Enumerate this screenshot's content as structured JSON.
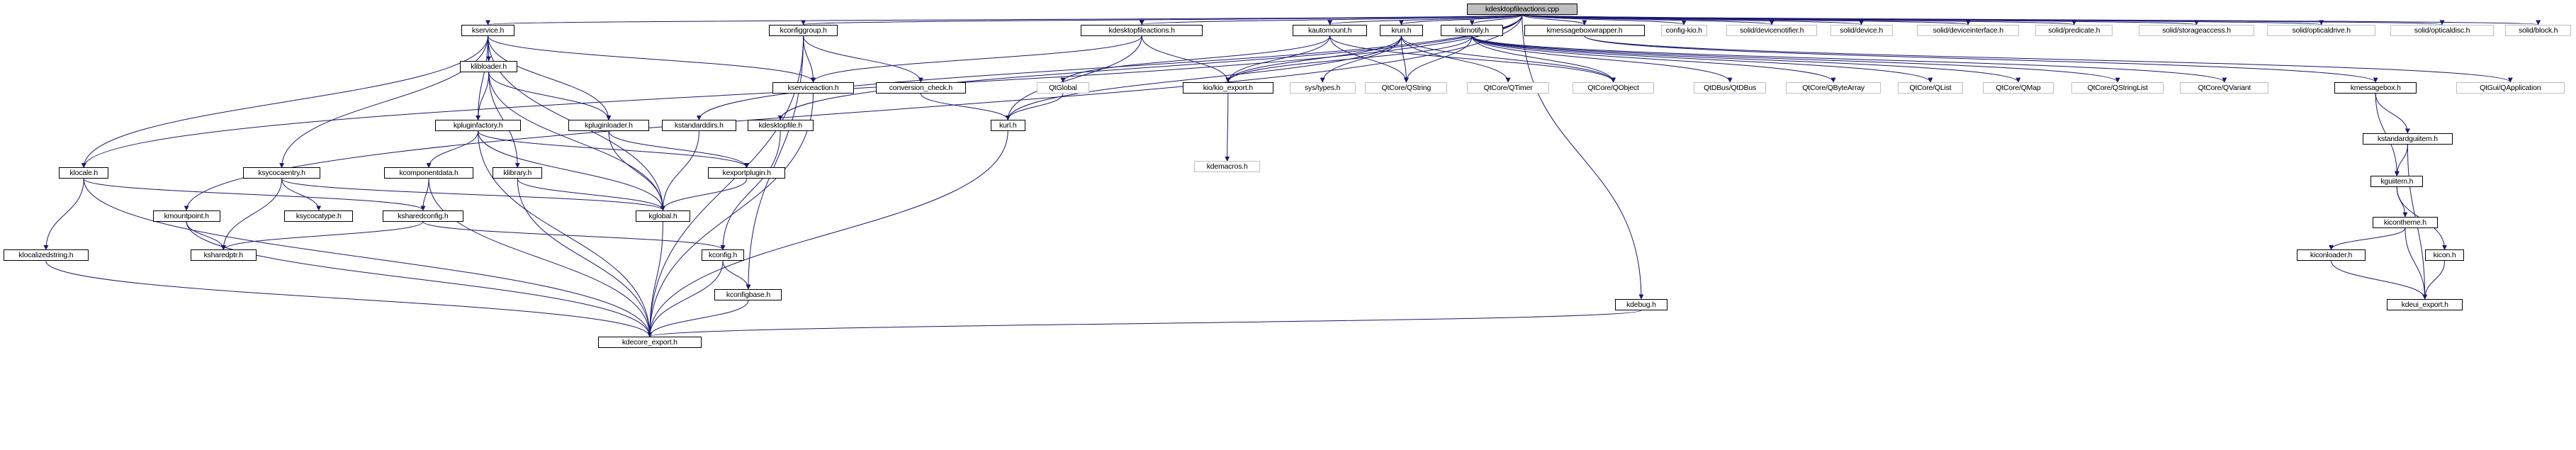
{
  "title": "kdesktopfileactions.cpp",
  "colors": {
    "edge": "#191970",
    "root_fill": "#bfbfbf",
    "ext_border": "#bfbfbf",
    "node_border": "#000000"
  },
  "nodes": [
    {
      "id": "root",
      "label": "kdesktopfileactions.cpp",
      "kind": "root"
    },
    {
      "id": "kservice",
      "label": "kservice.h",
      "kind": "doc"
    },
    {
      "id": "kconfiggroup",
      "label": "kconfiggroup.h",
      "kind": "doc"
    },
    {
      "id": "kdesktopfileactions_h",
      "label": "kdesktopfileactions.h",
      "kind": "doc"
    },
    {
      "id": "kautomount",
      "label": "kautomount.h",
      "kind": "doc"
    },
    {
      "id": "krun",
      "label": "krun.h",
      "kind": "doc"
    },
    {
      "id": "kdirnotify",
      "label": "kdirnotify.h",
      "kind": "doc"
    },
    {
      "id": "kmessageboxwrapper",
      "label": "kmessageboxwrapper.h",
      "kind": "doc"
    },
    {
      "id": "config_kio",
      "label": "config-kio.h",
      "kind": "ext"
    },
    {
      "id": "solid_devicenotifier",
      "label": "solid/devicenotifier.h",
      "kind": "ext"
    },
    {
      "id": "solid_device",
      "label": "solid/device.h",
      "kind": "ext"
    },
    {
      "id": "solid_deviceinterface",
      "label": "solid/deviceinterface.h",
      "kind": "ext"
    },
    {
      "id": "solid_predicate",
      "label": "solid/predicate.h",
      "kind": "ext"
    },
    {
      "id": "solid_storageaccess",
      "label": "solid/storageaccess.h",
      "kind": "ext"
    },
    {
      "id": "solid_opticaldrive",
      "label": "solid/opticaldrive.h",
      "kind": "ext"
    },
    {
      "id": "solid_opticaldisc",
      "label": "solid/opticaldisc.h",
      "kind": "ext"
    },
    {
      "id": "solid_block",
      "label": "solid/block.h",
      "kind": "ext"
    },
    {
      "id": "klibloader",
      "label": "klibloader.h",
      "kind": "doc"
    },
    {
      "id": "kserviceaction",
      "label": "kserviceaction.h",
      "kind": "doc"
    },
    {
      "id": "conversion_check",
      "label": "conversion_check.h",
      "kind": "doc"
    },
    {
      "id": "qtglobal",
      "label": "QtGlobal",
      "kind": "ext"
    },
    {
      "id": "kio_export",
      "label": "kio/kio_export.h",
      "kind": "doc"
    },
    {
      "id": "sys_types",
      "label": "sys/types.h",
      "kind": "ext"
    },
    {
      "id": "qstring",
      "label": "QtCore/QString",
      "kind": "ext"
    },
    {
      "id": "qtimer",
      "label": "QtCore/QTimer",
      "kind": "ext"
    },
    {
      "id": "qobject",
      "label": "QtCore/QObject",
      "kind": "ext"
    },
    {
      "id": "qtdbus",
      "label": "QtDBus/QtDBus",
      "kind": "ext"
    },
    {
      "id": "qbytearray",
      "label": "QtCore/QByteArray",
      "kind": "ext"
    },
    {
      "id": "qlist",
      "label": "QtCore/QList",
      "kind": "ext"
    },
    {
      "id": "qmap",
      "label": "QtCore/QMap",
      "kind": "ext"
    },
    {
      "id": "qstringlist",
      "label": "QtCore/QStringList",
      "kind": "ext"
    },
    {
      "id": "qvariant",
      "label": "QtCore/QVariant",
      "kind": "ext"
    },
    {
      "id": "kmessagebox",
      "label": "kmessagebox.h",
      "kind": "doc"
    },
    {
      "id": "qapplication",
      "label": "QtGui/QApplication",
      "kind": "ext"
    },
    {
      "id": "kpluginfactory",
      "label": "kpluginfactory.h",
      "kind": "doc"
    },
    {
      "id": "kpluginloader",
      "label": "kpluginloader.h",
      "kind": "doc"
    },
    {
      "id": "kstandarddirs",
      "label": "kstandarddirs.h",
      "kind": "doc"
    },
    {
      "id": "kdesktopfile",
      "label": "kdesktopfile.h",
      "kind": "doc"
    },
    {
      "id": "kurl",
      "label": "kurl.h",
      "kind": "doc"
    },
    {
      "id": "kdemacros",
      "label": "kdemacros.h",
      "kind": "ext"
    },
    {
      "id": "kstandardguiitem",
      "label": "kstandardguiitem.h",
      "kind": "doc"
    },
    {
      "id": "klocale",
      "label": "klocale.h",
      "kind": "doc"
    },
    {
      "id": "ksycocaentry",
      "label": "ksycocaentry.h",
      "kind": "doc"
    },
    {
      "id": "kcomponentdata",
      "label": "kcomponentdata.h",
      "kind": "doc"
    },
    {
      "id": "klibrary",
      "label": "klibrary.h",
      "kind": "doc"
    },
    {
      "id": "kexportplugin",
      "label": "kexportplugin.h",
      "kind": "doc"
    },
    {
      "id": "kguiitem",
      "label": "kguiitem.h",
      "kind": "doc"
    },
    {
      "id": "kmountpoint",
      "label": "kmountpoint.h",
      "kind": "doc"
    },
    {
      "id": "ksycocatype",
      "label": "ksycocatype.h",
      "kind": "doc"
    },
    {
      "id": "ksharedconfig",
      "label": "ksharedconfig.h",
      "kind": "doc"
    },
    {
      "id": "kglobal",
      "label": "kglobal.h",
      "kind": "doc"
    },
    {
      "id": "kicontheme",
      "label": "kicontheme.h",
      "kind": "doc"
    },
    {
      "id": "klocalizedstring",
      "label": "klocalizedstring.h",
      "kind": "doc"
    },
    {
      "id": "ksharedptr",
      "label": "ksharedptr.h",
      "kind": "doc"
    },
    {
      "id": "kconfig",
      "label": "kconfig.h",
      "kind": "doc"
    },
    {
      "id": "kiconloader",
      "label": "kiconloader.h",
      "kind": "doc"
    },
    {
      "id": "kicon",
      "label": "kicon.h",
      "kind": "doc"
    },
    {
      "id": "kconfigbase",
      "label": "kconfigbase.h",
      "kind": "doc"
    },
    {
      "id": "kdebug",
      "label": "kdebug.h",
      "kind": "doc"
    },
    {
      "id": "kdeui_export",
      "label": "kdeui_export.h",
      "kind": "doc"
    },
    {
      "id": "kdecore_export",
      "label": "kdecore_export.h",
      "kind": "doc"
    }
  ],
  "edges": [
    [
      "root",
      "kservice"
    ],
    [
      "root",
      "kconfiggroup"
    ],
    [
      "root",
      "kdesktopfileactions_h"
    ],
    [
      "root",
      "kautomount"
    ],
    [
      "root",
      "krun"
    ],
    [
      "root",
      "kdirnotify"
    ],
    [
      "root",
      "kmessageboxwrapper"
    ],
    [
      "root",
      "config_kio"
    ],
    [
      "root",
      "solid_devicenotifier"
    ],
    [
      "root",
      "solid_device"
    ],
    [
      "root",
      "solid_deviceinterface"
    ],
    [
      "root",
      "solid_predicate"
    ],
    [
      "root",
      "solid_storageaccess"
    ],
    [
      "root",
      "solid_opticaldrive"
    ],
    [
      "root",
      "solid_opticaldisc"
    ],
    [
      "root",
      "solid_block"
    ],
    [
      "root",
      "klocale"
    ],
    [
      "root",
      "kmountpoint"
    ],
    [
      "root",
      "kstandarddirs"
    ],
    [
      "root",
      "kdesktopfile"
    ],
    [
      "root",
      "kdebug"
    ],
    [
      "kservice",
      "klibloader"
    ],
    [
      "kservice",
      "kpluginfactory"
    ],
    [
      "kservice",
      "kpluginloader"
    ],
    [
      "kservice",
      "kserviceaction"
    ],
    [
      "kservice",
      "klocale"
    ],
    [
      "kservice",
      "ksycocaentry"
    ],
    [
      "kservice",
      "kglobal"
    ],
    [
      "klibloader",
      "kpluginfactory"
    ],
    [
      "klibloader",
      "kpluginloader"
    ],
    [
      "klibloader",
      "klibrary"
    ],
    [
      "klibloader",
      "kglobal"
    ],
    [
      "kpluginfactory",
      "kcomponentdata"
    ],
    [
      "kpluginfactory",
      "kexportplugin"
    ],
    [
      "kpluginfactory",
      "kglobal"
    ],
    [
      "kpluginfactory",
      "kdecore_export"
    ],
    [
      "kpluginloader",
      "kexportplugin"
    ],
    [
      "kpluginloader",
      "kglobal"
    ],
    [
      "kexportplugin",
      "kglobal"
    ],
    [
      "kstandarddirs",
      "kglobal"
    ],
    [
      "klibrary",
      "kglobal"
    ],
    [
      "klibrary",
      "kdecore_export"
    ],
    [
      "kcomponentdata",
      "ksharedconfig"
    ],
    [
      "kcomponentdata",
      "kdecore_export"
    ],
    [
      "ksycocaentry",
      "ksycocatype"
    ],
    [
      "ksycocaentry",
      "ksharedptr"
    ],
    [
      "ksycocaentry",
      "kglobal"
    ],
    [
      "klocale",
      "ksharedconfig"
    ],
    [
      "klocale",
      "klocalizedstring"
    ],
    [
      "klocale",
      "kdecore_export"
    ],
    [
      "kmountpoint",
      "ksharedptr"
    ],
    [
      "kmountpoint",
      "kdecore_export"
    ],
    [
      "ksharedconfig",
      "ksharedptr"
    ],
    [
      "ksharedconfig",
      "kconfig"
    ],
    [
      "kglobal",
      "kdecore_export"
    ],
    [
      "klocalizedstring",
      "kdecore_export"
    ],
    [
      "kdesktopfile",
      "kconfig"
    ],
    [
      "kconfig",
      "kconfigbase"
    ],
    [
      "kconfig",
      "kdecore_export"
    ],
    [
      "kconfigbase",
      "kdecore_export"
    ],
    [
      "kconfiggroup",
      "kserviceaction"
    ],
    [
      "kconfiggroup",
      "conversion_check"
    ],
    [
      "kconfiggroup",
      "kconfigbase"
    ],
    [
      "kconfiggroup",
      "kdecore_export"
    ],
    [
      "kserviceaction",
      "kdecore_export"
    ],
    [
      "conversion_check",
      "kurl"
    ],
    [
      "kurl",
      "kdecore_export"
    ],
    [
      "qtglobal",
      "kurl"
    ],
    [
      "kdesktopfileactions_h",
      "kserviceaction"
    ],
    [
      "kdesktopfileactions_h",
      "kurl"
    ],
    [
      "kdesktopfileactions_h",
      "kio_export"
    ],
    [
      "kautomount",
      "qtglobal"
    ],
    [
      "kautomount",
      "kio_export"
    ],
    [
      "kautomount",
      "qstring"
    ],
    [
      "kautomount",
      "qobject"
    ],
    [
      "krun",
      "kurl"
    ],
    [
      "krun",
      "kio_export"
    ],
    [
      "krun",
      "sys_types"
    ],
    [
      "krun",
      "qstring"
    ],
    [
      "krun",
      "qtimer"
    ],
    [
      "krun",
      "qobject"
    ],
    [
      "kdirnotify",
      "kio_export"
    ],
    [
      "kdirnotify",
      "qstring"
    ],
    [
      "kdirnotify",
      "qobject"
    ],
    [
      "kdirnotify",
      "qtdbus"
    ],
    [
      "kdirnotify",
      "qbytearray"
    ],
    [
      "kdirnotify",
      "qlist"
    ],
    [
      "kdirnotify",
      "qmap"
    ],
    [
      "kdirnotify",
      "qstringlist"
    ],
    [
      "kdirnotify",
      "qvariant"
    ],
    [
      "kio_export",
      "kdemacros"
    ],
    [
      "kmessageboxwrapper",
      "kmessagebox"
    ],
    [
      "kmessageboxwrapper",
      "qapplication"
    ],
    [
      "kmessagebox",
      "kstandardguiitem"
    ],
    [
      "kmessagebox",
      "kguiitem"
    ],
    [
      "kstandardguiitem",
      "kguiitem"
    ],
    [
      "kstandardguiitem",
      "kdeui_export"
    ],
    [
      "kguiitem",
      "kicontheme"
    ],
    [
      "kguiitem",
      "kicon"
    ],
    [
      "kicontheme",
      "kiconloader"
    ],
    [
      "kicontheme",
      "kdeui_export"
    ],
    [
      "kiconloader",
      "kdeui_export"
    ],
    [
      "kicon",
      "kdeui_export"
    ],
    [
      "kdebug",
      "kdecore_export"
    ]
  ]
}
